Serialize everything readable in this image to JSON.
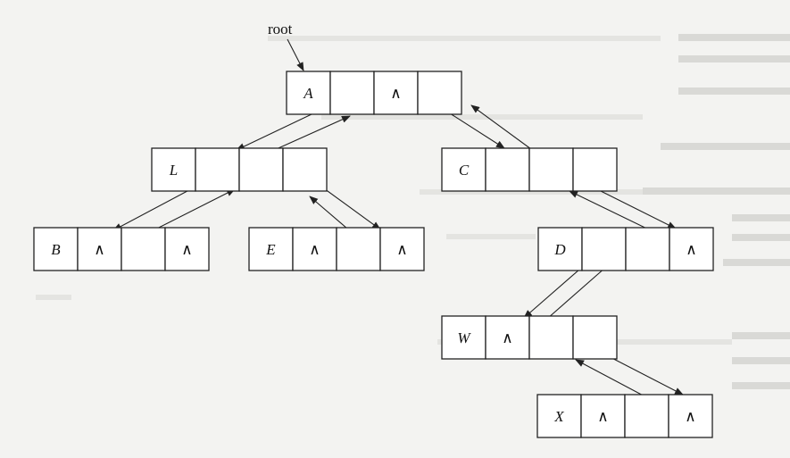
{
  "pointer_label": "root",
  "null_symbol": "∧",
  "nodes": [
    {
      "id": "A",
      "label": "A",
      "fields": [
        "",
        "∧",
        ""
      ]
    },
    {
      "id": "L",
      "label": "L",
      "fields": [
        "",
        "",
        ""
      ]
    },
    {
      "id": "C",
      "label": "C",
      "fields": [
        "",
        "",
        ""
      ]
    },
    {
      "id": "B",
      "label": "B",
      "fields": [
        "∧",
        "",
        "∧"
      ]
    },
    {
      "id": "E",
      "label": "E",
      "fields": [
        "∧",
        "",
        "∧"
      ]
    },
    {
      "id": "D",
      "label": "D",
      "fields": [
        "",
        "",
        "∧"
      ]
    },
    {
      "id": "W",
      "label": "W",
      "fields": [
        "∧",
        "",
        ""
      ]
    },
    {
      "id": "X",
      "label": "X",
      "fields": [
        "∧",
        "",
        "∧"
      ]
    }
  ],
  "edges": [
    {
      "from": "A",
      "to": "L",
      "kind": "child"
    },
    {
      "from": "L",
      "to": "A",
      "kind": "parent"
    },
    {
      "from": "A",
      "to": "C",
      "kind": "child"
    },
    {
      "from": "C",
      "to": "A",
      "kind": "parent"
    },
    {
      "from": "L",
      "to": "B",
      "kind": "child"
    },
    {
      "from": "B",
      "to": "L",
      "kind": "parent"
    },
    {
      "from": "L",
      "to": "E",
      "kind": "child"
    },
    {
      "from": "E",
      "to": "L",
      "kind": "parent"
    },
    {
      "from": "C",
      "to": "D",
      "kind": "child"
    },
    {
      "from": "D",
      "to": "C",
      "kind": "parent"
    },
    {
      "from": "D",
      "to": "W",
      "kind": "child"
    },
    {
      "from": "W",
      "to": "D",
      "kind": "parent"
    },
    {
      "from": "W",
      "to": "X",
      "kind": "child"
    },
    {
      "from": "X",
      "to": "W",
      "kind": "parent"
    }
  ]
}
